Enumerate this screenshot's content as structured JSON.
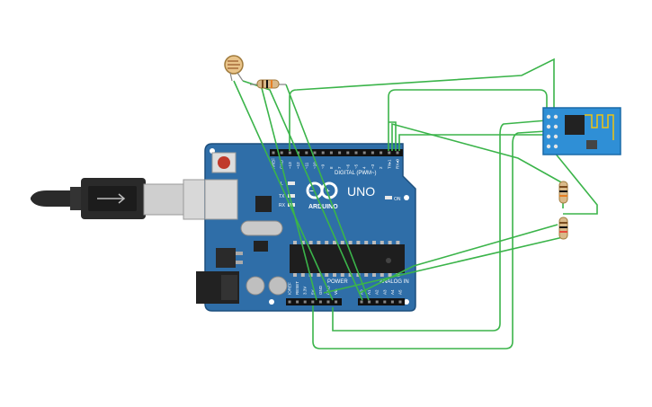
{
  "board": {
    "brand": "ARDUINO",
    "model": "UNO",
    "digital_header_label": "DIGITAL (PWM~)",
    "power_header_label": "POWER",
    "analog_header_label": "ANALOG IN",
    "on_label": "ON",
    "led_l": "L",
    "led_tx": "TX",
    "led_rx": "RX",
    "digital_pins": [
      "AREF",
      "GND",
      "~13",
      "~12",
      "~11",
      "~10",
      "~9",
      "8",
      "7",
      "~6",
      "~5",
      "4",
      "~3",
      "2",
      "TX▸1",
      "RX◂0"
    ],
    "power_pins": [
      "IOREF",
      "RESET",
      "3.3V",
      "5V",
      "GND",
      "GND",
      "Vin"
    ],
    "analog_pins": [
      "A0",
      "A1",
      "A2",
      "A3",
      "A4",
      "A5"
    ]
  },
  "components": {
    "photoresistor": "photoresistor",
    "resistors": 3,
    "wifi_module": "ESP8266"
  },
  "colors": {
    "board": "#2f6ea8",
    "board_dark": "#1d4f7d",
    "wire": "#3bb44a",
    "module": "#2f8fd6",
    "usb_plug": "#2a2a2a",
    "usb_metal": "#cfcfcf"
  }
}
